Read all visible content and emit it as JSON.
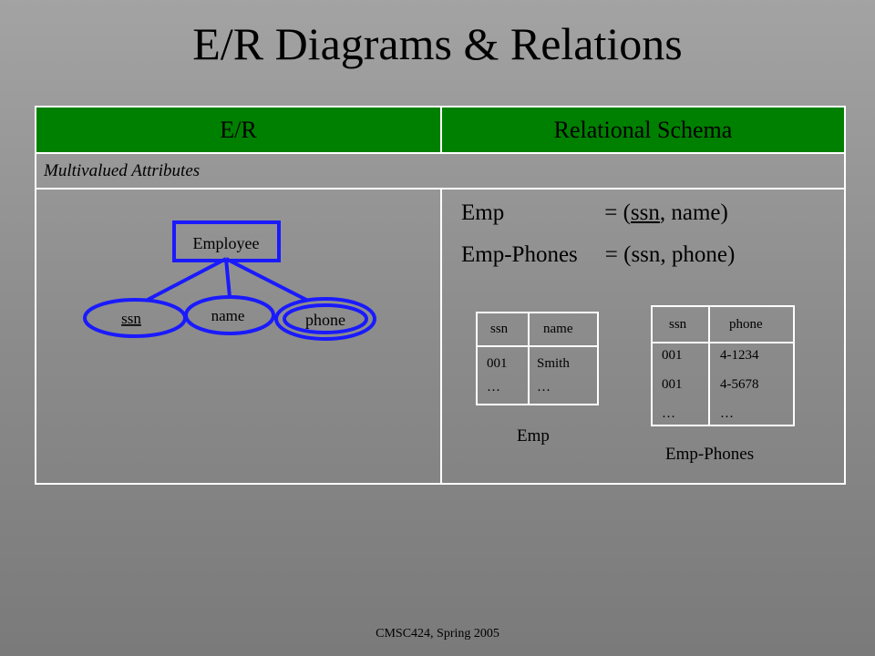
{
  "slide": {
    "title": "E/R Diagrams & Relations",
    "footer": "CMSC424, Spring 2005"
  },
  "table": {
    "col_er": "E/R",
    "col_schema": "Relational Schema",
    "section_label": "Multivalued Attributes"
  },
  "er": {
    "entity": "Employee",
    "attributes": [
      {
        "label": "ssn",
        "key": true,
        "multivalued": false
      },
      {
        "label": "name",
        "key": false,
        "multivalued": false
      },
      {
        "label": "phone",
        "key": false,
        "multivalued": true
      }
    ],
    "colors": {
      "outline": "#1a1aff"
    }
  },
  "schema": {
    "line1": {
      "name": "Emp",
      "eq": "= (",
      "key": "ssn",
      "rest": ", name)"
    },
    "line2": {
      "name": "Emp-Phones",
      "eq": "= (ssn, phone)"
    }
  },
  "emp_table": {
    "headers": [
      "ssn",
      "name"
    ],
    "col1": [
      "001",
      "…"
    ],
    "col2": [
      "Smith",
      "…"
    ],
    "caption": "Emp"
  },
  "phones_table": {
    "headers": [
      "ssn",
      "phone"
    ],
    "col1": [
      "001",
      "001",
      "…"
    ],
    "col2": [
      "4-1234",
      "4-5678",
      "…"
    ],
    "caption": "Emp-Phones"
  },
  "colors": {
    "header_green": "#008000",
    "background": "#8c8c8c"
  }
}
